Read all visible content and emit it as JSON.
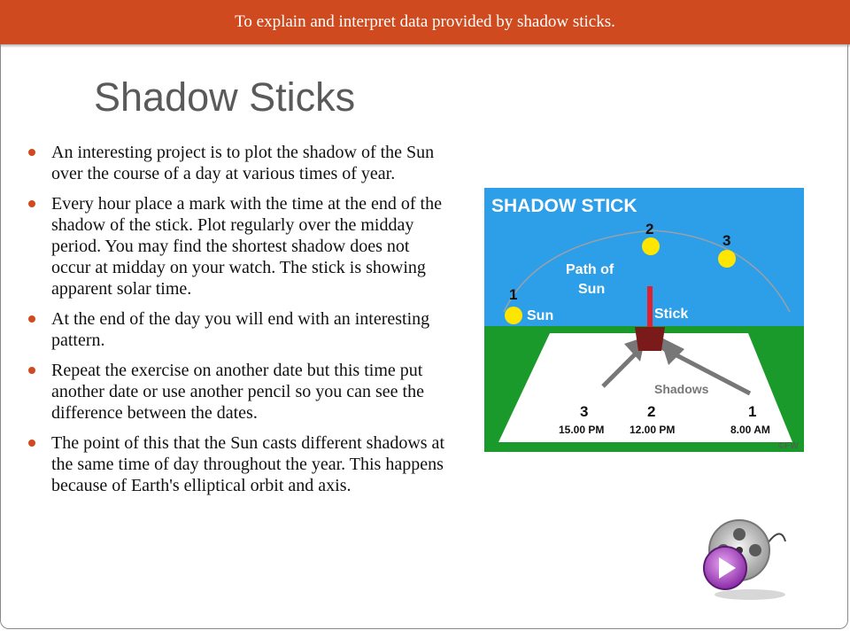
{
  "banner": {
    "text": "To explain and interpret data provided by shadow sticks."
  },
  "slide": {
    "title": "Shadow Sticks",
    "bullets": [
      " An interesting project is to plot the shadow of the Sun over the course of a day at various times of year.",
      "Every hour place a mark with the time at the end of the shadow of the stick. Plot regularly over the midday period. You may find the shortest shadow does not occur at midday on your watch. The stick is showing apparent solar time.",
      "At the end of the day you will end with an interesting pattern.",
      "Repeat the exercise on another date but this time put another date or use another pencil so you can see the difference between the dates.",
      "The point of this that the Sun casts different shadows at the same time of day throughout the year. This happens because of Earth's elliptical orbit and axis."
    ]
  },
  "diagram": {
    "title": "SHADOW STICK",
    "sun_1": "1",
    "sun_2": "2",
    "sun_3": "3",
    "sun_label": "Sun",
    "path_label_1": "Path of",
    "path_label_2": "Sun",
    "stick_label": "Stick",
    "shadows_label": "Shadows",
    "mark_3": "3",
    "mark_2": "2",
    "mark_1": "1",
    "time_3": "15.00 PM",
    "time_2": "12.00 PM",
    "time_1": "8.00 AM",
    "copyright": "©FW",
    "colors": {
      "sky": "#2d9ee8",
      "grass": "#1a9a2a",
      "sun": "#ffe600",
      "stick": "#e0202e",
      "pot": "#7a1a1a",
      "board": "#ffffff"
    }
  },
  "media": {
    "icon": "film-reel-play-icon"
  }
}
